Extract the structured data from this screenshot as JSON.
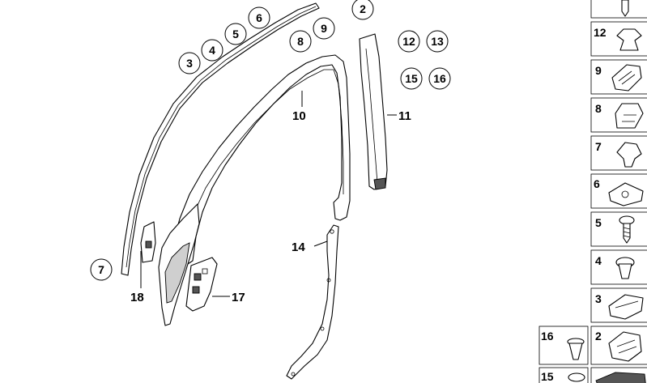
{
  "callouts": {
    "c2": "2",
    "c3": "3",
    "c4": "4",
    "c5": "5",
    "c6": "6",
    "c7": "7",
    "c8": "8",
    "c9": "9",
    "c12": "12",
    "c13": "13",
    "c15": "15",
    "c16": "16"
  },
  "labels": {
    "l10": "10",
    "l11": "11",
    "l14": "14",
    "l17": "17",
    "l18": "18"
  },
  "legend": {
    "items": [
      {
        "number": "12",
        "icon": "clip-icon"
      },
      {
        "number": "9",
        "icon": "clip-icon"
      },
      {
        "number": "8",
        "icon": "clip-icon"
      },
      {
        "number": "7",
        "icon": "clip-icon"
      },
      {
        "number": "6",
        "icon": "nut-clip-icon"
      },
      {
        "number": "5",
        "icon": "screw-icon"
      },
      {
        "number": "4",
        "icon": "expanding-rivet-icon"
      },
      {
        "number": "3",
        "icon": "clip-icon"
      },
      {
        "number": "2",
        "icon": "clip-icon"
      },
      {
        "number": "16",
        "icon": "rivet-icon"
      },
      {
        "number": "15",
        "icon": "cap-icon"
      }
    ]
  }
}
